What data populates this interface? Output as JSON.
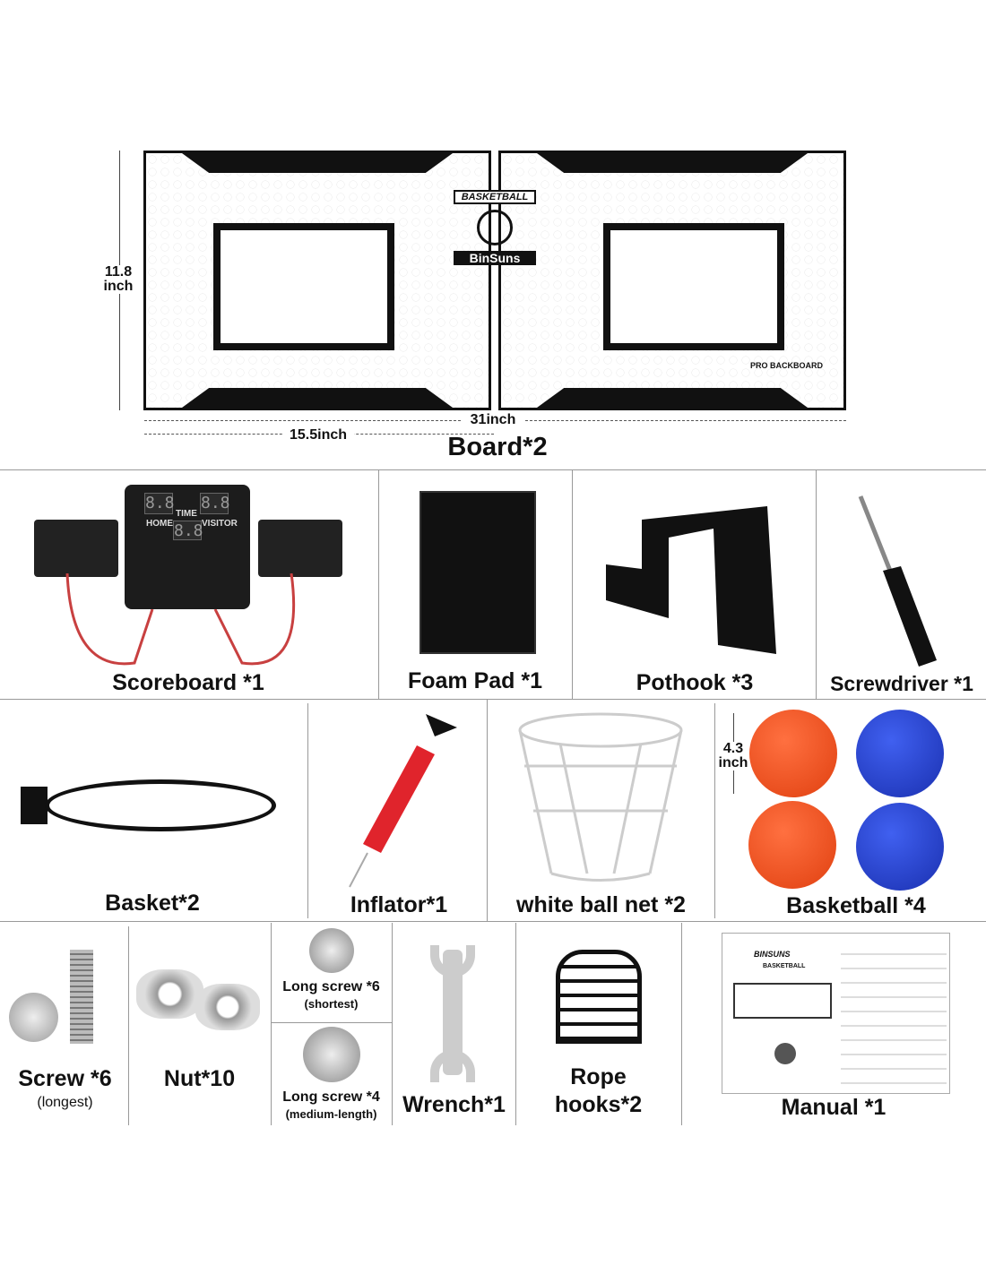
{
  "board": {
    "label": "Board*2",
    "height_dim": "11.8\ninch",
    "width_total": "31inch",
    "width_half": "15.5inch",
    "logo_text": "BASKETBALL",
    "brand": "BinSuns",
    "panel_title": "PRO BACKBOARD"
  },
  "scoreboard": {
    "label": "Scoreboard *1",
    "home": "HOME",
    "time": "TIME",
    "visitor": "VISITOR",
    "digits": "8.8"
  },
  "foam_pad": {
    "label": "Foam Pad *1"
  },
  "pothook": {
    "label": "Pothook *3"
  },
  "screwdriver": {
    "label": "Screwdriver *1"
  },
  "basket": {
    "label": "Basket*2"
  },
  "inflator": {
    "label": "Inflator*1"
  },
  "ball_net": {
    "label": "white ball net *2"
  },
  "basketball": {
    "label": "Basketball *4",
    "size_dim": "4.3\ninch"
  },
  "screw_longest": {
    "label": "Screw *6",
    "sub": "(longest)"
  },
  "nut": {
    "label": "Nut*10"
  },
  "long_screw_short": {
    "label": "Long screw *6",
    "sub": "(shortest)"
  },
  "long_screw_medium": {
    "label": "Long screw *4",
    "sub": "(medium-length)"
  },
  "wrench": {
    "label": "Wrench*1"
  },
  "rope_hooks": {
    "label_line1": "Rope",
    "label_line2": "hooks*2"
  },
  "manual": {
    "label": "Manual *1",
    "brand": "BINSUNS",
    "title": "BASKETBALL"
  },
  "colors": {
    "orange_ball": "#f0501e",
    "blue_ball": "#2340c8",
    "inflator_red": "#e0242c",
    "cable_red": "#c84040"
  }
}
